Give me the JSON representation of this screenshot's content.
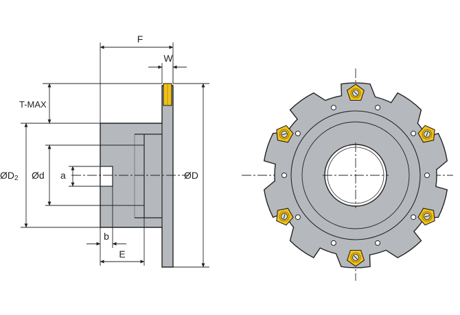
{
  "labels": {
    "F": "F",
    "W": "W",
    "T_MAX": "T-MAX",
    "D2_main": "ØD",
    "D2_sub": "2",
    "d": "Ød",
    "a": "a",
    "D": "ØD",
    "b": "b",
    "E": "E"
  },
  "colors": {
    "body": "#b5b9bd",
    "body_dark": "#9da2a7",
    "insert": "#f2c21b",
    "line": "#222222"
  }
}
